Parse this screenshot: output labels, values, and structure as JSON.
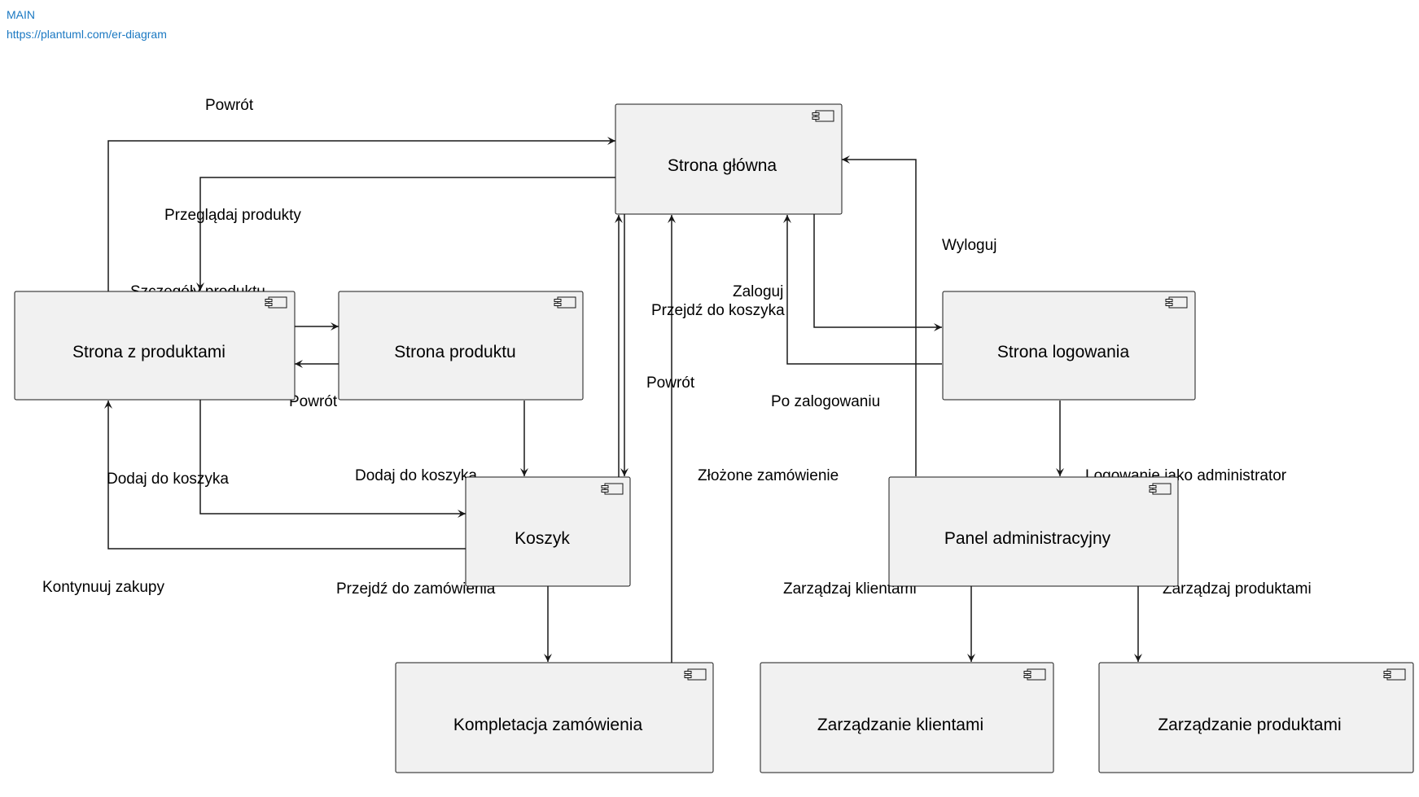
{
  "header": {
    "title": "MAIN",
    "link": "https://plantuml.com/er-diagram"
  },
  "nodes": {
    "home": "Strona główna",
    "products": "Strona z produktami",
    "product": "Strona produktu",
    "cart": "Koszyk",
    "login": "Strona logowania",
    "admin": "Panel administracyjny",
    "checkout": "Kompletacja zamówienia",
    "manage_clients": "Zarządzanie klientami",
    "manage_products": "Zarządzanie produktami"
  },
  "edges": {
    "back_products_home": "Powrót",
    "browse_products": "Przeglądaj produkty",
    "product_details": "Szczegóły produktu",
    "back_product_products": "Powrót",
    "add_to_cart_products": "Dodaj do koszyka",
    "continue_shopping": "Kontynuuj zakupy",
    "add_to_cart_product": "Dodaj do koszyka",
    "go_to_cart": "Przejdź do koszyka",
    "back_cart_home": "Powrót",
    "go_to_order": "Przejdź do zamówienia",
    "order_placed": "Złożone zamówienie",
    "log_in": "Zaloguj",
    "after_login": "Po zalogowaniu",
    "log_out": "Wyloguj",
    "admin_login": "Logowanie jako administrator",
    "manage_clients": "Zarządzaj klientami",
    "manage_products": "Zarządzaj produktami"
  }
}
